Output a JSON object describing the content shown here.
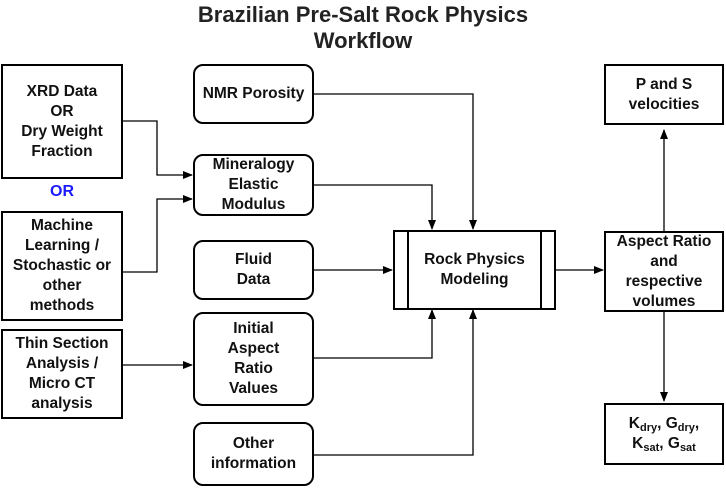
{
  "title": [
    "Brazilian Pre-Salt Rock Physics",
    "Workflow"
  ],
  "or_label": "OR",
  "colors": {
    "or_label": "#1a1aff",
    "stroke": "#000000"
  },
  "inputs": {
    "xrd": [
      "XRD Data",
      "OR",
      "Dry Weight",
      "Fraction"
    ],
    "ml": [
      "Machine",
      "Learning /",
      "Stochastic or",
      "other",
      "methods"
    ],
    "thin_section": [
      "Thin Section",
      "Analysis /",
      "Micro CT",
      "analysis"
    ]
  },
  "middle": {
    "nmr": [
      "NMR Porosity"
    ],
    "mineralogy": [
      "Mineralogy",
      "Elastic",
      "Modulus"
    ],
    "fluid": [
      "Fluid",
      "Data"
    ],
    "aspect_initial": [
      "Initial",
      "Aspect",
      "Ratio",
      "Values"
    ],
    "other": [
      "Other",
      "information"
    ]
  },
  "rpm": [
    "Rock Physics",
    "Modeling"
  ],
  "outputs": {
    "aspect_ratio": [
      "Aspect Ratio",
      "and",
      "respective",
      "volumes"
    ],
    "velocities": [
      "P and S",
      "velocities"
    ],
    "moduli": {
      "line1": [
        {
          "base": "K",
          "sub": "dry",
          "sep": ", "
        },
        {
          "base": "G",
          "sub": "dry",
          "sep": ","
        }
      ],
      "line2": [
        {
          "base": "K",
          "sub": "sat",
          "sep": ", "
        },
        {
          "base": "G",
          "sub": "sat",
          "sep": ""
        }
      ]
    }
  }
}
